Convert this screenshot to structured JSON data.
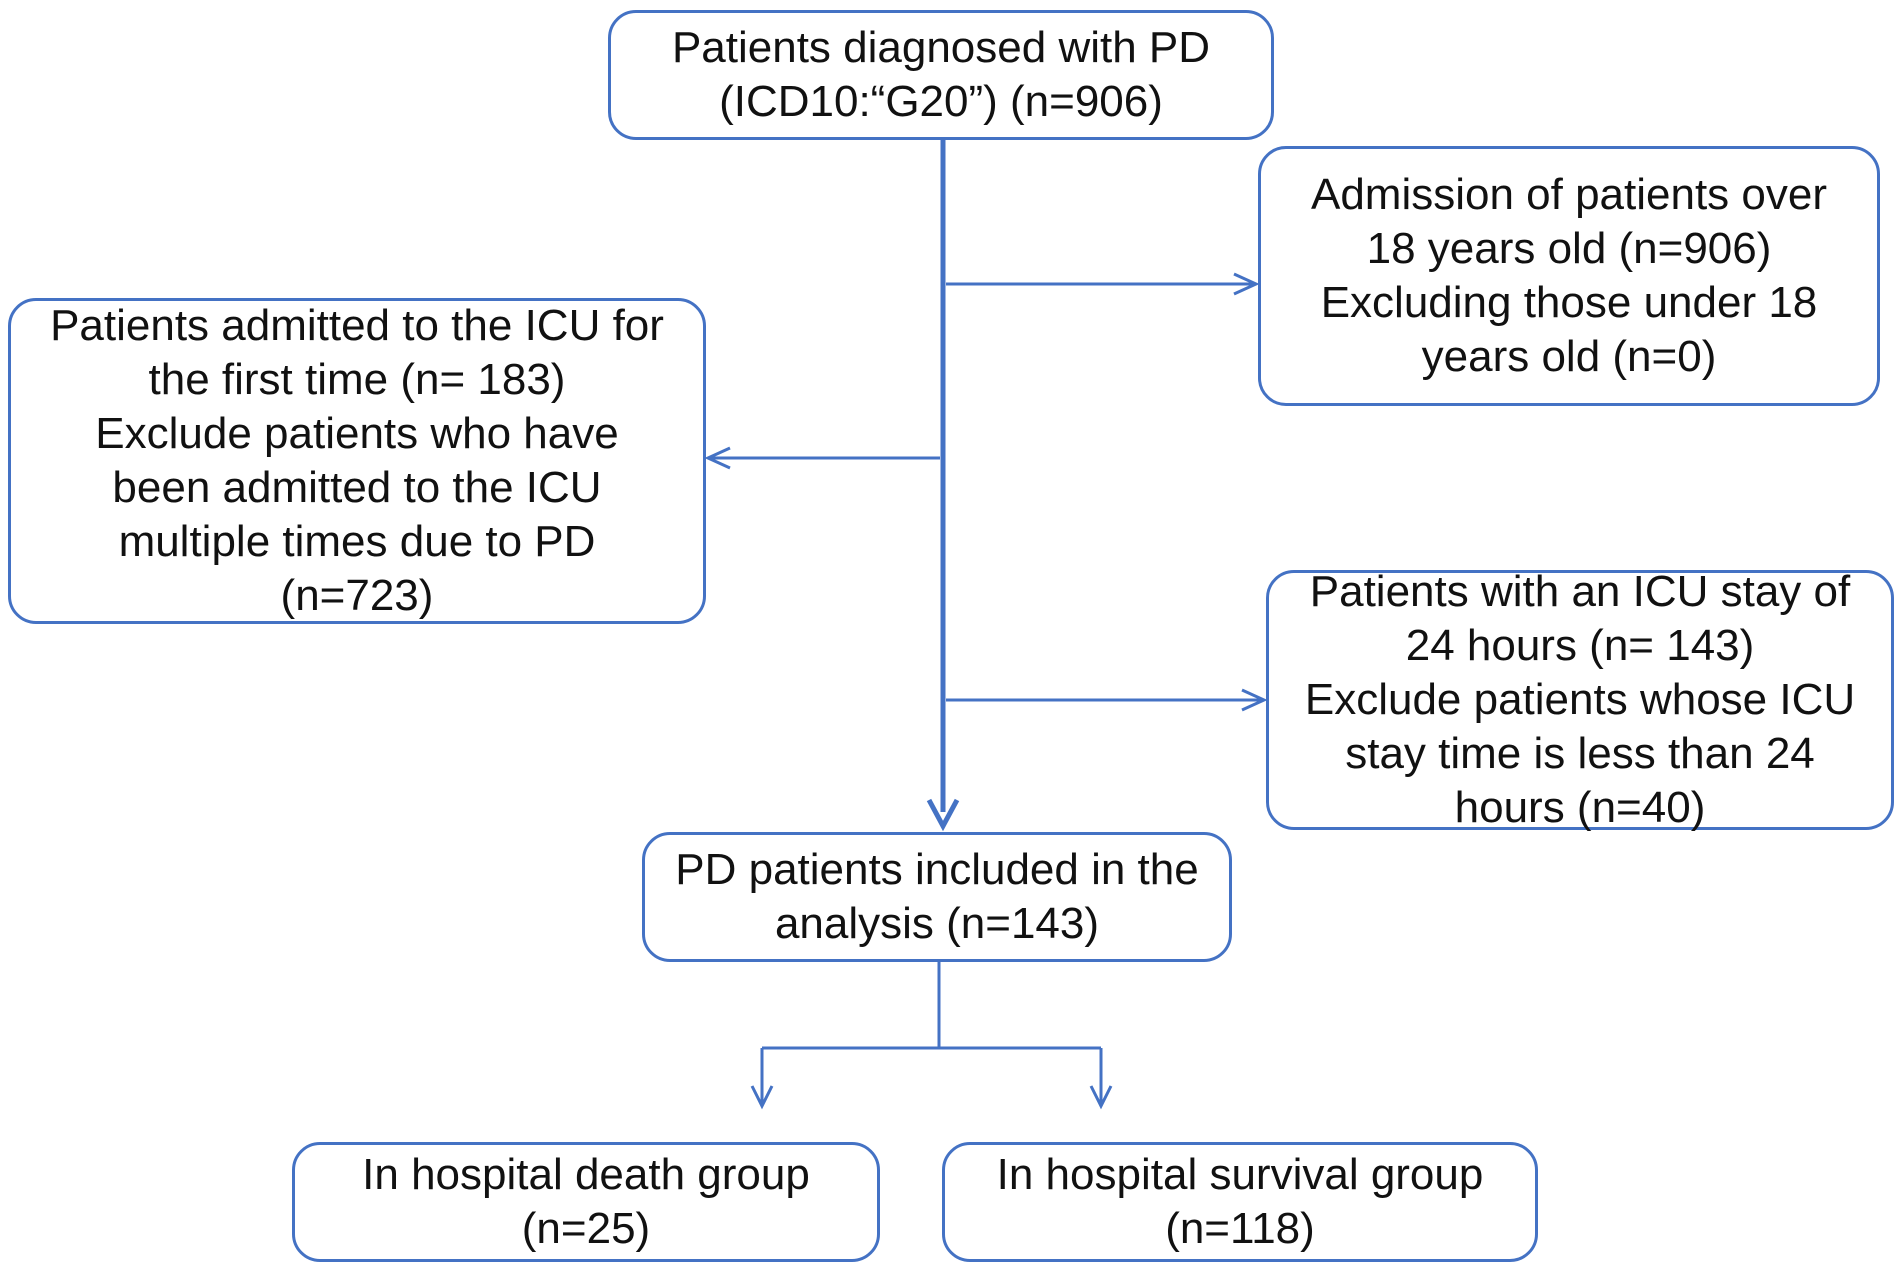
{
  "colors": {
    "line": "#4472C4",
    "box_border": "#4472C4",
    "text": "#111111",
    "background": "#ffffff"
  },
  "boxes": {
    "top": {
      "line1": "Patients diagnosed with PD",
      "line2": "(ICD10:“G20”) (n=906)"
    },
    "right1": {
      "line1": "Admission of patients over",
      "line2": "18 years old (n=906)",
      "line3": "Excluding those under 18",
      "line4": "years old (n=0)"
    },
    "left": {
      "line1": "Patients admitted to the ICU for",
      "line2": "the first time (n= 183)",
      "line3": "Exclude patients who have",
      "line4": "been admitted to the ICU",
      "line5": "multiple times due to PD",
      "line6": "(n=723)"
    },
    "right2": {
      "line1": "Patients with an ICU stay of",
      "line2": "24 hours (n= 143)",
      "line3": "Exclude patients whose ICU",
      "line4": "stay time is less than 24",
      "line5": "hours (n=40)"
    },
    "mid": {
      "line1": "PD patients included in the",
      "line2": "analysis (n=143)"
    },
    "death": {
      "line1": "In hospital death group",
      "line2": "(n=25)"
    },
    "survival": {
      "line1": "In hospital survival group",
      "line2": "(n=118)"
    }
  }
}
